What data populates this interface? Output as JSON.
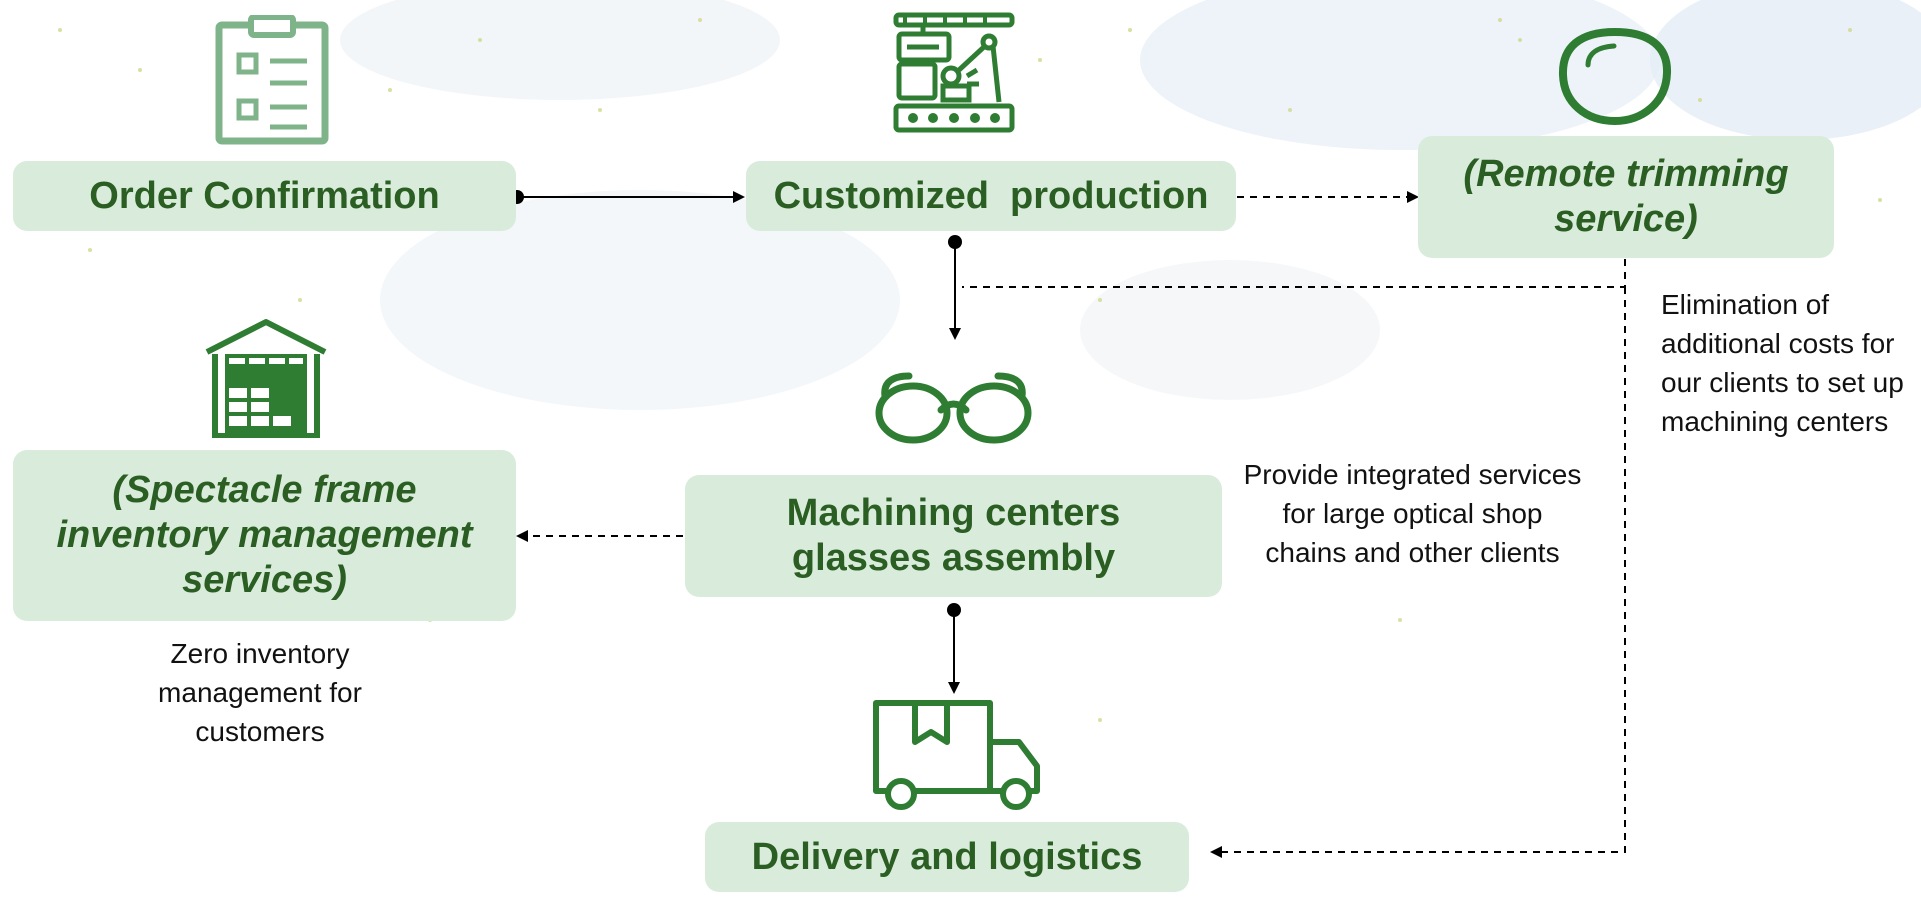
{
  "nodes": {
    "order": "Order Confirmation",
    "production": "Customized  production",
    "trimming": "(Remote trimming service)",
    "inventory": "(Spectacle frame inventory management services)",
    "machining_line1": "Machining centers",
    "machining_line2": "glasses assembly",
    "delivery": "Delivery and logistics"
  },
  "notes": {
    "trimming_note": "Elimination of additional costs for our clients to set up machining centers",
    "inventory_note": "Zero inventory management for customers",
    "machining_note": "Provide integrated services for large optical shop chains and other clients"
  },
  "icons": {
    "order": "clipboard-checklist-icon",
    "production": "factory-robot-arm-icon",
    "trimming": "lens-icon",
    "inventory": "warehouse-icon",
    "machining": "glasses-icon",
    "delivery": "delivery-truck-icon"
  },
  "colors": {
    "box_fill": "#d9ecdc",
    "text_green": "#2b5e22",
    "icon_green": "#2e7d32",
    "icon_light_green": "#7fb38a"
  }
}
